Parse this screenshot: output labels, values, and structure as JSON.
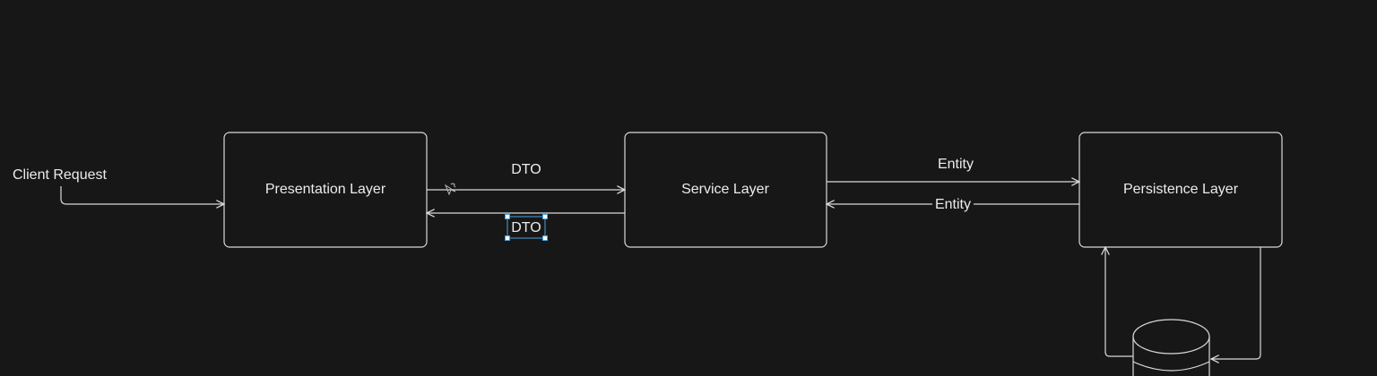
{
  "diagram": {
    "nodes": [
      {
        "id": "client",
        "label": "Client Request"
      },
      {
        "id": "presentation",
        "label": "Presentation Layer"
      },
      {
        "id": "service",
        "label": "Service Layer"
      },
      {
        "id": "persistence",
        "label": "Persistence Layer"
      },
      {
        "id": "database",
        "label": ""
      }
    ],
    "edges": [
      {
        "from": "client",
        "to": "presentation",
        "label": ""
      },
      {
        "from": "presentation",
        "to": "service",
        "label": "DTO"
      },
      {
        "from": "service",
        "to": "presentation",
        "label": "DTO",
        "selected": true
      },
      {
        "from": "service",
        "to": "persistence",
        "label": "Entity"
      },
      {
        "from": "persistence",
        "to": "service",
        "label": "Entity"
      },
      {
        "from": "persistence",
        "to": "database",
        "label": ""
      },
      {
        "from": "database",
        "to": "persistence",
        "label": ""
      }
    ]
  },
  "colors": {
    "background": "#171717",
    "stroke": "#d9d9d9",
    "text": "#ececec",
    "selection": "#4aa3df"
  }
}
